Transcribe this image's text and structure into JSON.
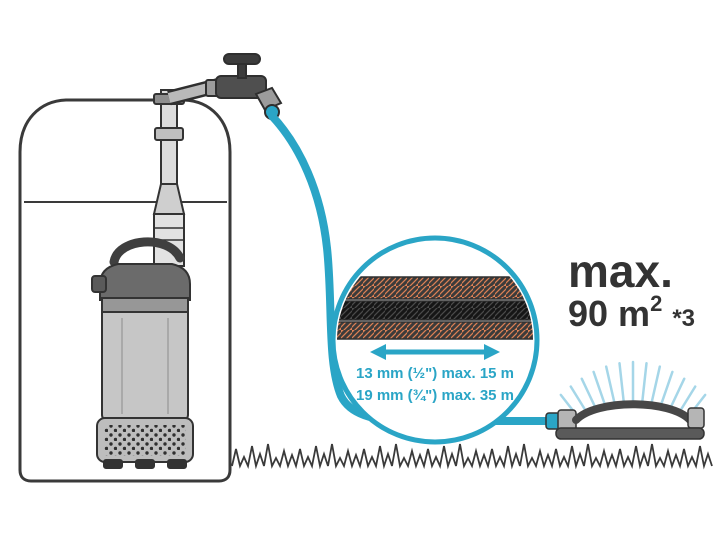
{
  "detail": {
    "line1": "13 mm (½\")  max. 15 m",
    "line2": "19 mm (¾\")  max. 35 m"
  },
  "max_label": {
    "prefix": "max.",
    "value": "90 m",
    "sup": "2",
    "note": "*3"
  },
  "colors": {
    "hose_teal": "#2aa5c6",
    "stripe_orange": "#dd8055",
    "outline_dark": "#333333"
  }
}
